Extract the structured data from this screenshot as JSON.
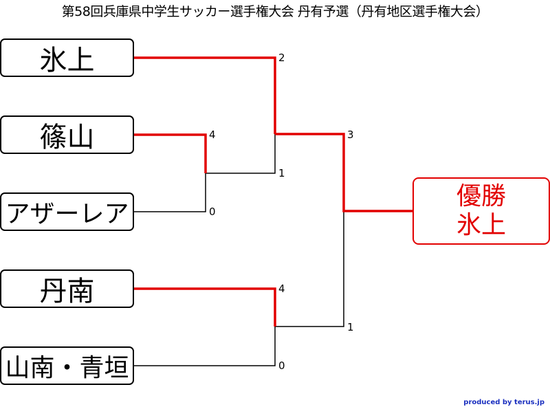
{
  "title": "第58回兵庫県中学生サッカー選手権大会 丹有予選（丹有地区選手権大会）",
  "teams": [
    "氷上",
    "篠山",
    "アザーレア",
    "丹南",
    "山南・青垣"
  ],
  "champion": {
    "label": "優勝",
    "name": "氷上"
  },
  "scores": {
    "qf_sasayama": "4",
    "qf_azarea": "0",
    "sf1_hikami": "2",
    "sf1_sasayama": "1",
    "sf2_tannan": "4",
    "sf2_sannan": "0",
    "final_top": "3",
    "final_bottom": "1"
  },
  "colors": {
    "winner_line": "#e20000",
    "loser_line": "#000000",
    "champion_border": "#e20000"
  },
  "credit": "produced by terus.jp"
}
